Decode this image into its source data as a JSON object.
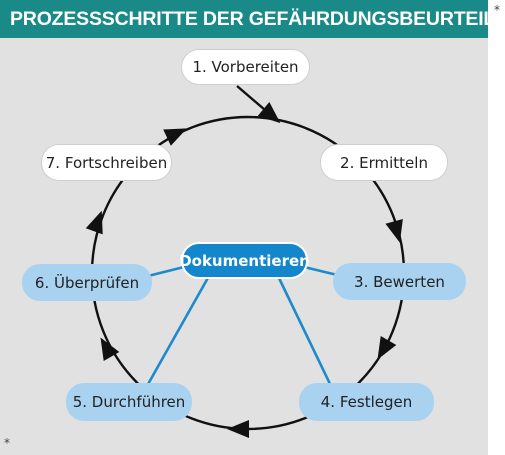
{
  "header": {
    "title": "PROZESSSCHRITTE DER GEFÄHRDUNGSBEURTEILUNG"
  },
  "footnote_marks": {
    "top": "*",
    "bottom": "*"
  },
  "center": {
    "label": "Dokumentieren"
  },
  "steps": [
    {
      "label": "1. Vorbereiten"
    },
    {
      "label": "2. Ermitteln"
    },
    {
      "label": "3. Bewerten"
    },
    {
      "label": "4. Festlegen"
    },
    {
      "label": "5. Durchführen"
    },
    {
      "label": "6. Überprüfen"
    },
    {
      "label": "7. Fortschreiben"
    }
  ],
  "colors": {
    "header_bg": "#1a8a88",
    "panel_bg": "#e1e1e1",
    "center_fill": "#1487cc",
    "connector": "#1c8acb",
    "blue_step_fill": "#a9d2f0",
    "white_step_fill": "#ffffff",
    "cycle_line": "#111111"
  }
}
